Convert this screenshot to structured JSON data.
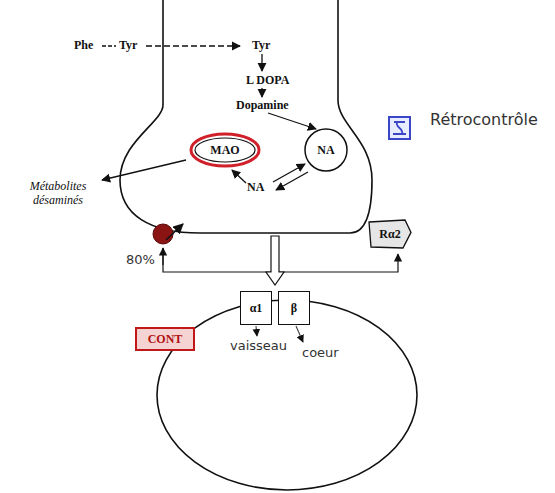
{
  "diagram": {
    "nodes": [
      {
        "text": [
          "MAO"
        ]
      },
      {
        "text": [
          "NA"
        ]
      },
      {
        "text": [
          "Rα2"
        ]
      },
      {
        "text": [
          "CONT"
        ]
      },
      {
        "text": [
          "α1"
        ]
      },
      {
        "text": [
          "β"
        ]
      }
    ],
    "labels": [
      "Phe",
      "Tyr",
      "Tyr",
      "L DOPA",
      "Dopamine",
      "Métabolites désaminés",
      "NA",
      "80%",
      "Rétrocontrôle",
      "vaisseau",
      "coeur"
    ]
  }
}
